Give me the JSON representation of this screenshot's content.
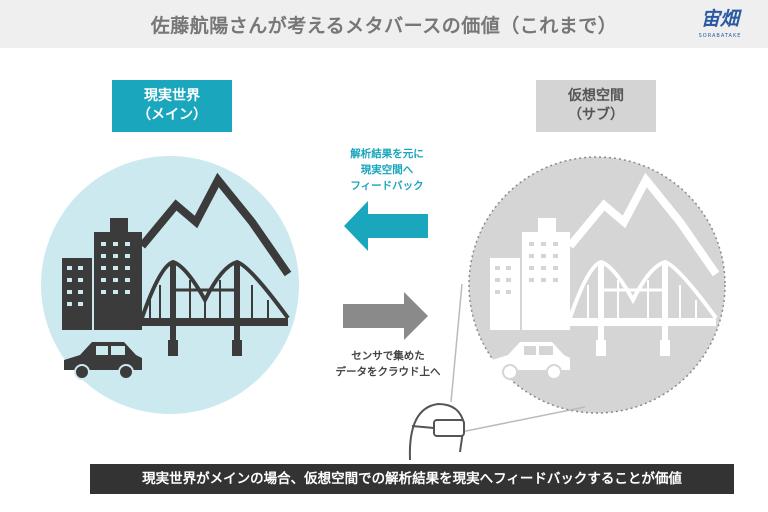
{
  "header": {
    "title": "佐藤航陽さんが考えるメタバースの価値（これまで）",
    "logo_text": "宙畑",
    "logo_subtext": "SORABATAKE"
  },
  "left_label": {
    "line1": "現実世界",
    "line2": "（メイン）"
  },
  "right_label": {
    "line1": "仮想空間",
    "line2": "（サブ）"
  },
  "feedback_caption": {
    "line1": "解析結果を元に",
    "line2": "現実空間へ",
    "line3": "フィードバック"
  },
  "sensor_caption": {
    "line1": "センサで集めた",
    "line2": "データをクラウド上へ"
  },
  "footer": {
    "text": "現実世界がメインの場合、仮想空間での解析結果を現実へフィードバックすることが価値"
  },
  "colors": {
    "accent": "#1aa6bd",
    "real_world_circle": "#cde9f0",
    "virtual_circle": "#d5d5d5",
    "dark_illustration": "#3b3b3b",
    "arrow_gray": "#8a8a8a",
    "footer_bg": "#333333"
  }
}
